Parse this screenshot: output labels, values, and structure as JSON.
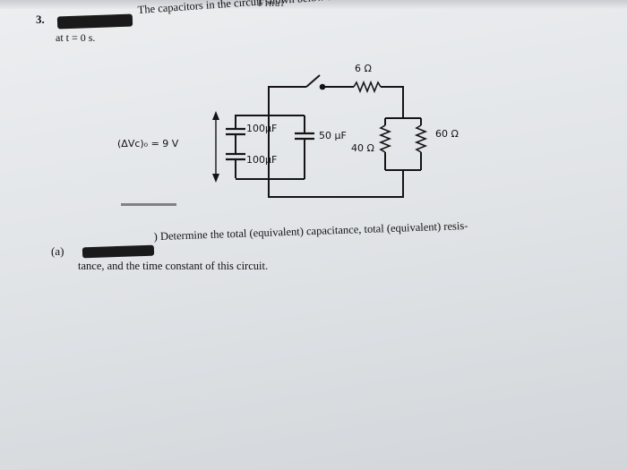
{
  "header": {
    "title": "Final"
  },
  "question": {
    "number": "3.",
    "text": "The capacitors in the circuit shown below are charged and the switch closes",
    "time_text": "at t = 0 s."
  },
  "circuit": {
    "initial_voltage_label": "(ΔVc)₀  =  9  V",
    "capacitor_top_label": "100μF",
    "capacitor_bottom_label": "100μF",
    "capacitor_mid_label": "50 μF",
    "resistor_top_label": "6 Ω",
    "resistor_mid_label": "40 Ω",
    "resistor_right_label": "60 Ω"
  },
  "part_a": {
    "letter": "(a)",
    "line1": ") Determine the total (equivalent) capacitance, total (equivalent) resis-",
    "line2": "tance, and the time constant of this circuit."
  }
}
